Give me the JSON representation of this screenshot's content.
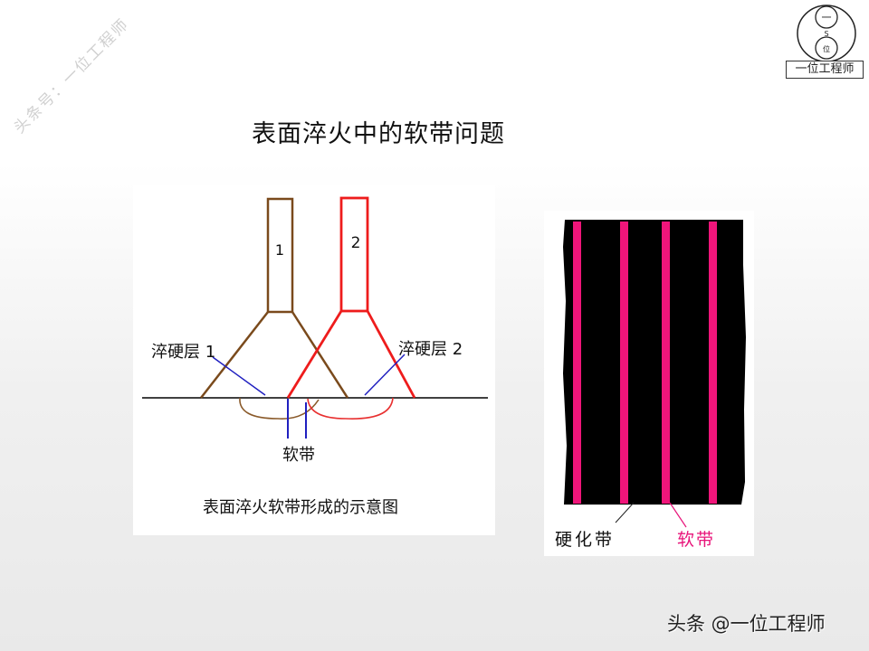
{
  "watermark": {
    "text": "头条号：一位工程师"
  },
  "logo": {
    "top_glyph": "一",
    "middle_glyph": "S",
    "bottom_glyph": "位",
    "label": "一位工程师"
  },
  "slide": {
    "title": "表面淬火中的软带问题"
  },
  "left_diagram": {
    "inductor_1_label": "1",
    "inductor_2_label": "2",
    "hardened_layer_1_label": "淬硬层 1",
    "hardened_layer_2_label": "淬硬层 2",
    "soft_band_label": "软带",
    "caption": "表面淬火软带形成的示意图",
    "colors": {
      "inductor_1": "#7a4a1c",
      "inductor_2": "#ee1c1c",
      "leader_lines": "#2020c0",
      "surface_line": "#000000"
    }
  },
  "right_diagram": {
    "hardened_band_label": "硬化带",
    "soft_band_label": "软带",
    "colors": {
      "background": "#000000",
      "soft_band": "#f0157a",
      "soft_band_label": "#e8147a"
    },
    "soft_band_count": 4
  },
  "footer": {
    "credit": "头条 @一位工程师"
  }
}
